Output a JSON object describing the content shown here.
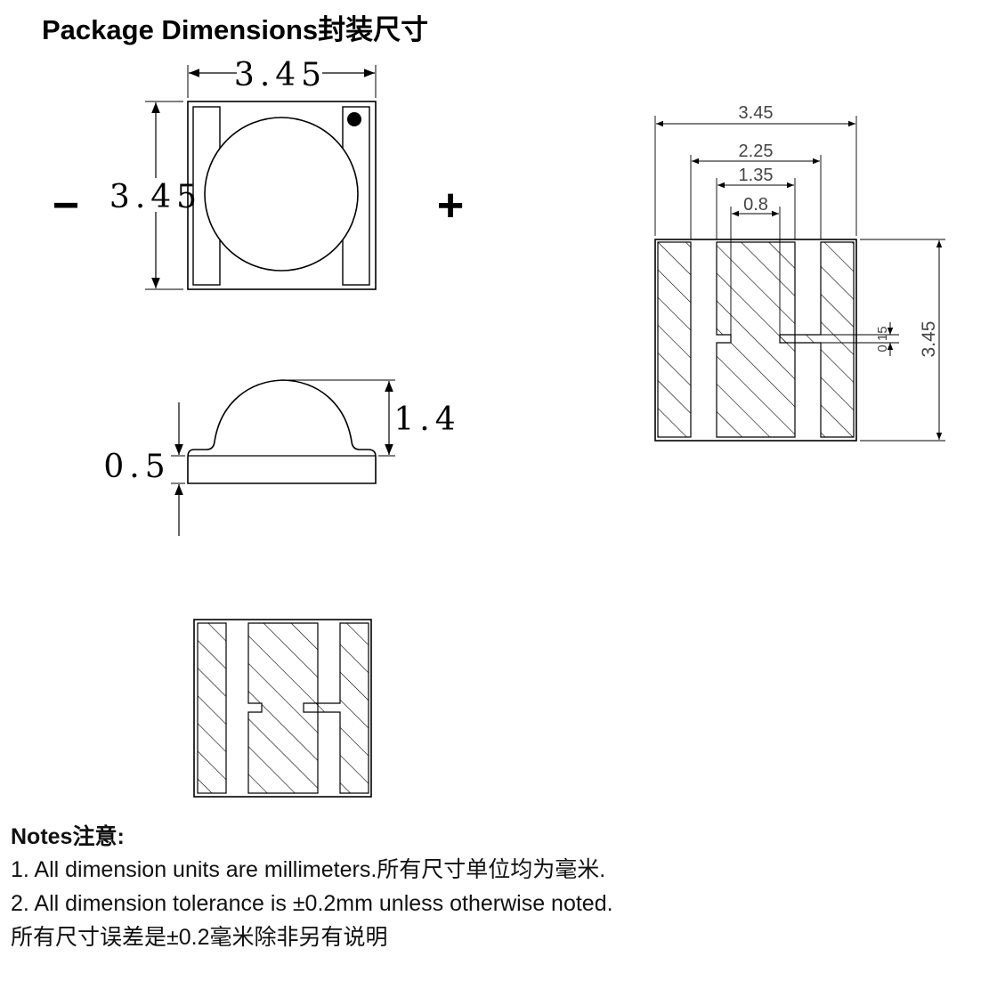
{
  "title": "Package Dimensions封装尺寸",
  "top_view": {
    "width_label": "3.45",
    "height_label": "3.45",
    "minus_label": "−",
    "plus_label": "+"
  },
  "side_view": {
    "total_height_label": "1.4",
    "base_height_label": "0.5"
  },
  "pad_view": {
    "width_label": "3.45",
    "inner_width_label": "2.25",
    "pad_width_label": "1.35",
    "slot_width_label": "0.8",
    "gap_label": "0.15",
    "height_label": "3.45"
  },
  "notes": {
    "header": "Notes注意:",
    "line1": "1. All dimension units are millimeters.所有尺寸单位均为毫米.",
    "line2": "2. All dimension tolerance is ±0.2mm unless otherwise noted.",
    "line3": "所有尺寸误差是±0.2毫米除非另有说明"
  }
}
